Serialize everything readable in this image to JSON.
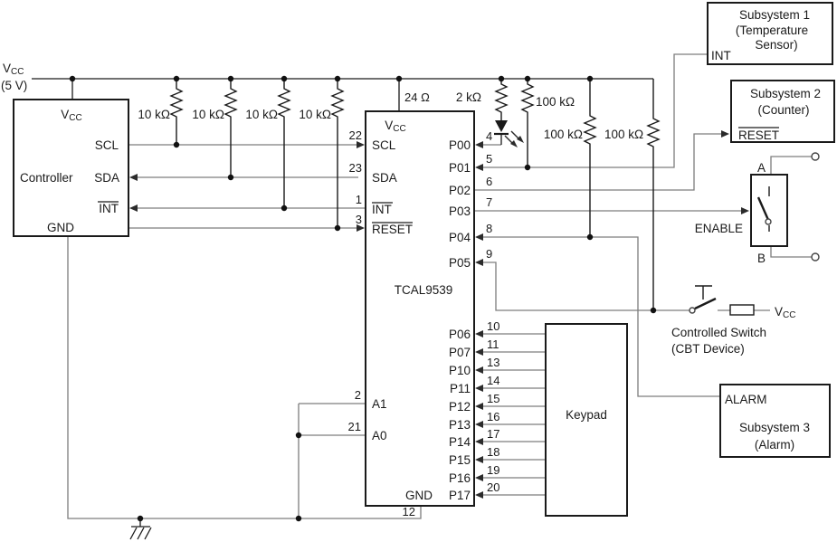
{
  "diagram_title": "TCAL9539 typical application schematic",
  "colors": {
    "background": "#ffffff",
    "ink": "#1a1a1a",
    "signal_wire": "#7d7d7d"
  },
  "power": {
    "v": "V",
    "sub": "CC",
    "voltage": "(5 V)"
  },
  "controller": {
    "title": "Controller",
    "vcc_v": "V",
    "vcc_sub": "CC",
    "scl": "SCL",
    "sda": "SDA",
    "int": "INT",
    "gnd": "GND"
  },
  "expander": {
    "part": "TCAL9539",
    "vcc_v": "V",
    "vcc_sub": "CC",
    "scl": "SCL",
    "sda": "SDA",
    "int": "INT",
    "reset": "RESET",
    "gnd": "GND",
    "a1": "A1",
    "a0": "A0",
    "pin_vcc": "24 Ω",
    "pin_scl": "22",
    "pin_sda": "23",
    "pin_int": "1",
    "pin_reset": "3",
    "pin_a1": "2",
    "pin_a0": "21",
    "pin_gnd": "12",
    "ports": [
      {
        "label": "P00",
        "pin": "4"
      },
      {
        "label": "P01",
        "pin": "5"
      },
      {
        "label": "P02",
        "pin": "6"
      },
      {
        "label": "P03",
        "pin": "7"
      },
      {
        "label": "P04",
        "pin": "8"
      },
      {
        "label": "P05",
        "pin": "9"
      },
      {
        "label": "P06",
        "pin": "10"
      },
      {
        "label": "P07",
        "pin": "11"
      },
      {
        "label": "P10",
        "pin": "13"
      },
      {
        "label": "P11",
        "pin": "14"
      },
      {
        "label": "P12",
        "pin": "15"
      },
      {
        "label": "P13",
        "pin": "16"
      },
      {
        "label": "P14",
        "pin": "17"
      },
      {
        "label": "P15",
        "pin": "18"
      },
      {
        "label": "P16",
        "pin": "19"
      },
      {
        "label": "P17",
        "pin": "20"
      }
    ]
  },
  "resistors": {
    "i2c_pullups": [
      "10 kΩ",
      "10 kΩ",
      "10 kΩ",
      "10 kΩ"
    ],
    "led_series": "2 kΩ",
    "port_pullups": [
      "100 kΩ",
      "100 kΩ",
      "100 kΩ"
    ]
  },
  "keypad": {
    "title": "Keypad"
  },
  "subsystem1": {
    "line1": "Subsystem 1",
    "line2": "(Temperature",
    "line3": "Sensor)",
    "pin": "INT"
  },
  "subsystem2": {
    "line1": "Subsystem 2",
    "line2": "(Counter)",
    "pin": "RESET"
  },
  "subsystem3": {
    "pin": "ALARM",
    "line1": "Subsystem 3",
    "line2": "(Alarm)"
  },
  "enable_switch": {
    "label": "ENABLE",
    "terminal_a": "A",
    "terminal_b": "B"
  },
  "controlled_switch": {
    "line1": "Controlled Switch",
    "line2": "(CBT Device)",
    "vcc_v": "V",
    "vcc_sub": "CC"
  }
}
